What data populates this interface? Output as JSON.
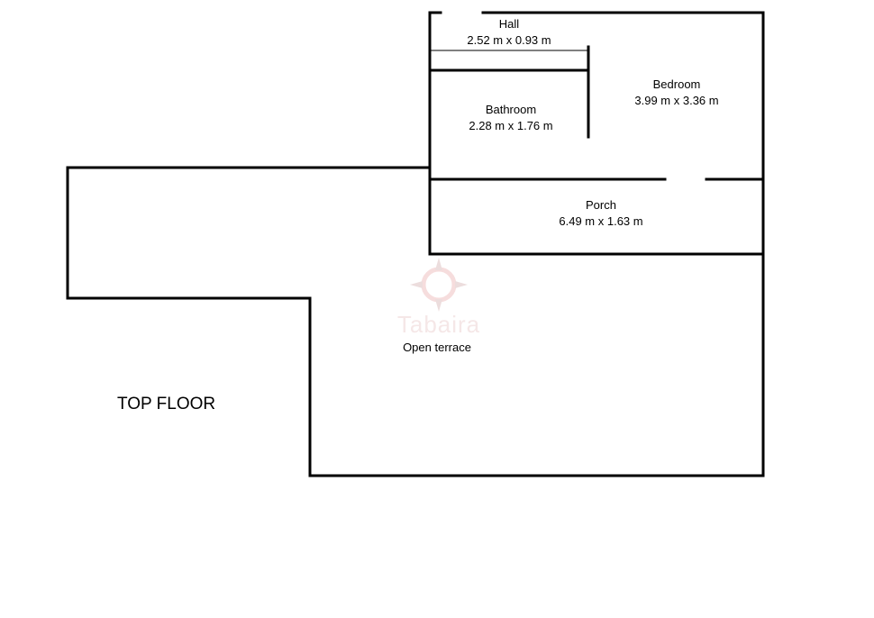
{
  "floor_label": "TOP FLOOR",
  "rooms": {
    "hall": {
      "name": "Hall",
      "size": "2.52 m x 0.93 m"
    },
    "bedroom": {
      "name": "Bedroom",
      "size": "3.99 m x 3.36 m"
    },
    "bathroom": {
      "name": "Bathroom",
      "size": "2.28 m x 1.76 m"
    },
    "porch": {
      "name": "Porch",
      "size": "6.49 m x 1.63 m"
    },
    "terrace": {
      "name": "Open terrace"
    }
  },
  "watermark": {
    "text": "Tabaira"
  },
  "colors": {
    "wall": "#000000",
    "watermark": "#d9a3a3"
  }
}
